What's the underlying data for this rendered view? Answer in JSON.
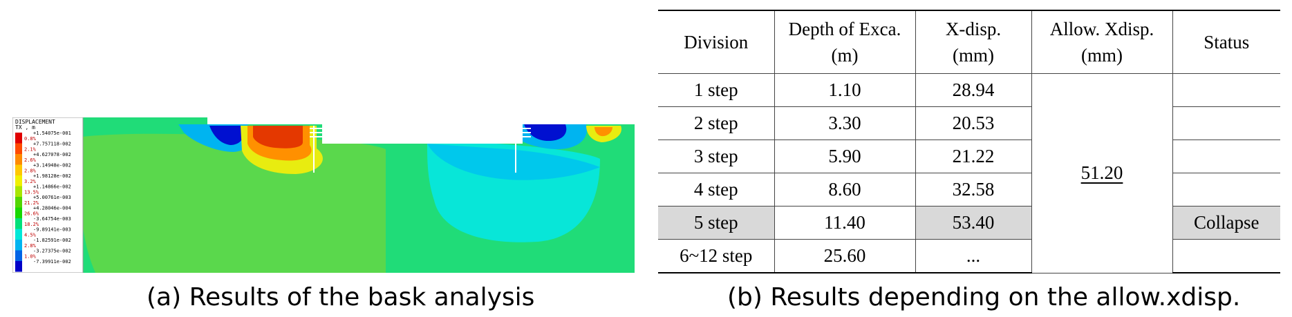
{
  "panel_a": {
    "caption": "(a) Results of the bask analysis",
    "legend": {
      "title_line1": "DISPLACEMENT",
      "title_line2": "TX , m",
      "entries": [
        {
          "value": "+1.54075e-001",
          "pct": "0.8%"
        },
        {
          "value": "+7.757118-002",
          "pct": "2.1%"
        },
        {
          "value": "+4.627078-002",
          "pct": "2.6%"
        },
        {
          "value": "+3.14948e-002",
          "pct": "2.8%"
        },
        {
          "value": "+1.98128e-002",
          "pct": "3.2%"
        },
        {
          "value": "+1.14866e-002",
          "pct": "13.5%"
        },
        {
          "value": "+5.00761e-003",
          "pct": "21.2%"
        },
        {
          "value": "+4.28046e-004",
          "pct": "26.6%"
        },
        {
          "value": "-3.64754e-003",
          "pct": "18.2%"
        },
        {
          "value": "-9.89141e-003",
          "pct": "4.5%"
        },
        {
          "value": "-1.82591e-002",
          "pct": "2.8%"
        },
        {
          "value": "-3.27375e-002",
          "pct": "1.0%"
        },
        {
          "value": "-7.39911e-002",
          "pct": ""
        }
      ],
      "colors": [
        "#e00000",
        "#ff4a00",
        "#ff8a00",
        "#ffc800",
        "#f0f000",
        "#a8e600",
        "#52d600",
        "#18d800",
        "#00e07a",
        "#00e8d8",
        "#00b4f0",
        "#0064e6",
        "#0000c8"
      ]
    },
    "field_colors": {
      "base": "#20dc78",
      "light_green": "#5ad84c",
      "cyan": "#08e6d8",
      "blue": "#0010d0",
      "red": "#e43800",
      "orange": "#ff9000",
      "yellow": "#e8ec10"
    }
  },
  "panel_b": {
    "caption": "(b) Results depending on the allow.xdisp.",
    "headers": [
      {
        "line1": "Division",
        "line2": ""
      },
      {
        "line1": "Depth of Exca.",
        "line2": "(m)"
      },
      {
        "line1": "X-disp.",
        "line2": "(mm)"
      },
      {
        "line1": "Allow. Xdisp.",
        "line2": "(mm)"
      },
      {
        "line1": "Status",
        "line2": ""
      }
    ],
    "rows": [
      {
        "division": "1 step",
        "depth": "1.10",
        "xdisp": "28.94",
        "status": ""
      },
      {
        "division": "2 step",
        "depth": "3.30",
        "xdisp": "20.53",
        "status": ""
      },
      {
        "division": "3 step",
        "depth": "5.90",
        "xdisp": "21.22",
        "status": ""
      },
      {
        "division": "4 step",
        "depth": "8.60",
        "xdisp": "32.58",
        "status": ""
      },
      {
        "division": "5 step",
        "depth": "11.40",
        "xdisp": "53.40",
        "status": "Collapse"
      },
      {
        "division": "6~12 step",
        "depth": "25.60",
        "xdisp": "...",
        "status": ""
      }
    ],
    "allow_xdisp": "51.20"
  }
}
